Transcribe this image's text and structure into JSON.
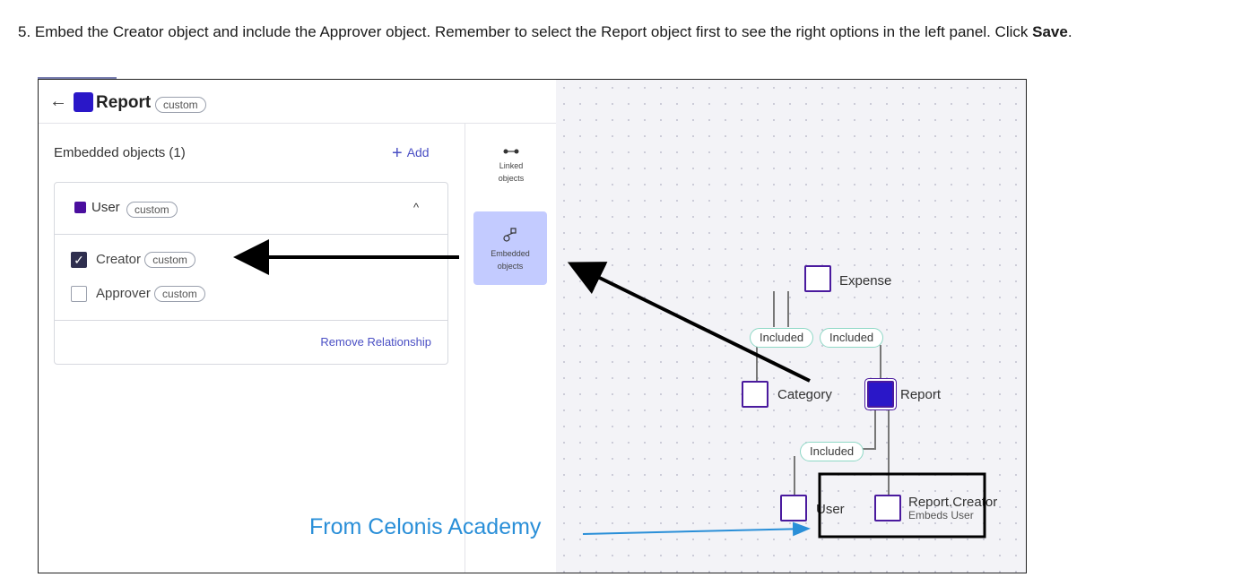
{
  "instruction": {
    "prefix": "5. Embed the Creator object and include the Approver object. Remember to select the Report object first to see the right options in the left panel. Click ",
    "bold": "Save",
    "suffix": "."
  },
  "header": {
    "back_icon": "←",
    "title": "Report",
    "badge": "custom",
    "accent": "#2a17c8"
  },
  "embedded": {
    "title": "Embedded objects (1)",
    "add_label": "Add",
    "add_icon": "+",
    "group": {
      "name": "User",
      "badge": "custom",
      "collapse_icon": "^",
      "options": [
        {
          "label": "Creator",
          "badge": "custom",
          "checked": true
        },
        {
          "label": "Approver",
          "badge": "custom",
          "checked": false
        }
      ]
    },
    "remove_label": "Remove Relationship"
  },
  "toolbar": {
    "linked": {
      "line1": "Linked",
      "line2": "objects"
    },
    "embedded": {
      "line1": "Embedded",
      "line2": "objects"
    }
  },
  "graph": {
    "expense": "Expense",
    "category": "Category",
    "report": "Report",
    "user": "User",
    "report_creator": "Report.Creator",
    "embeds_user": "Embeds User",
    "included_left": "Included",
    "included_right": "Included",
    "included_bottom": "Included"
  },
  "watermark": "From Celonis Academy",
  "colors": {
    "node_border": "#4a1a9e",
    "edge_pill_border": "#8fd8c6",
    "link_blue": "#4a4fc4",
    "watermark": "#2a8fd8"
  }
}
